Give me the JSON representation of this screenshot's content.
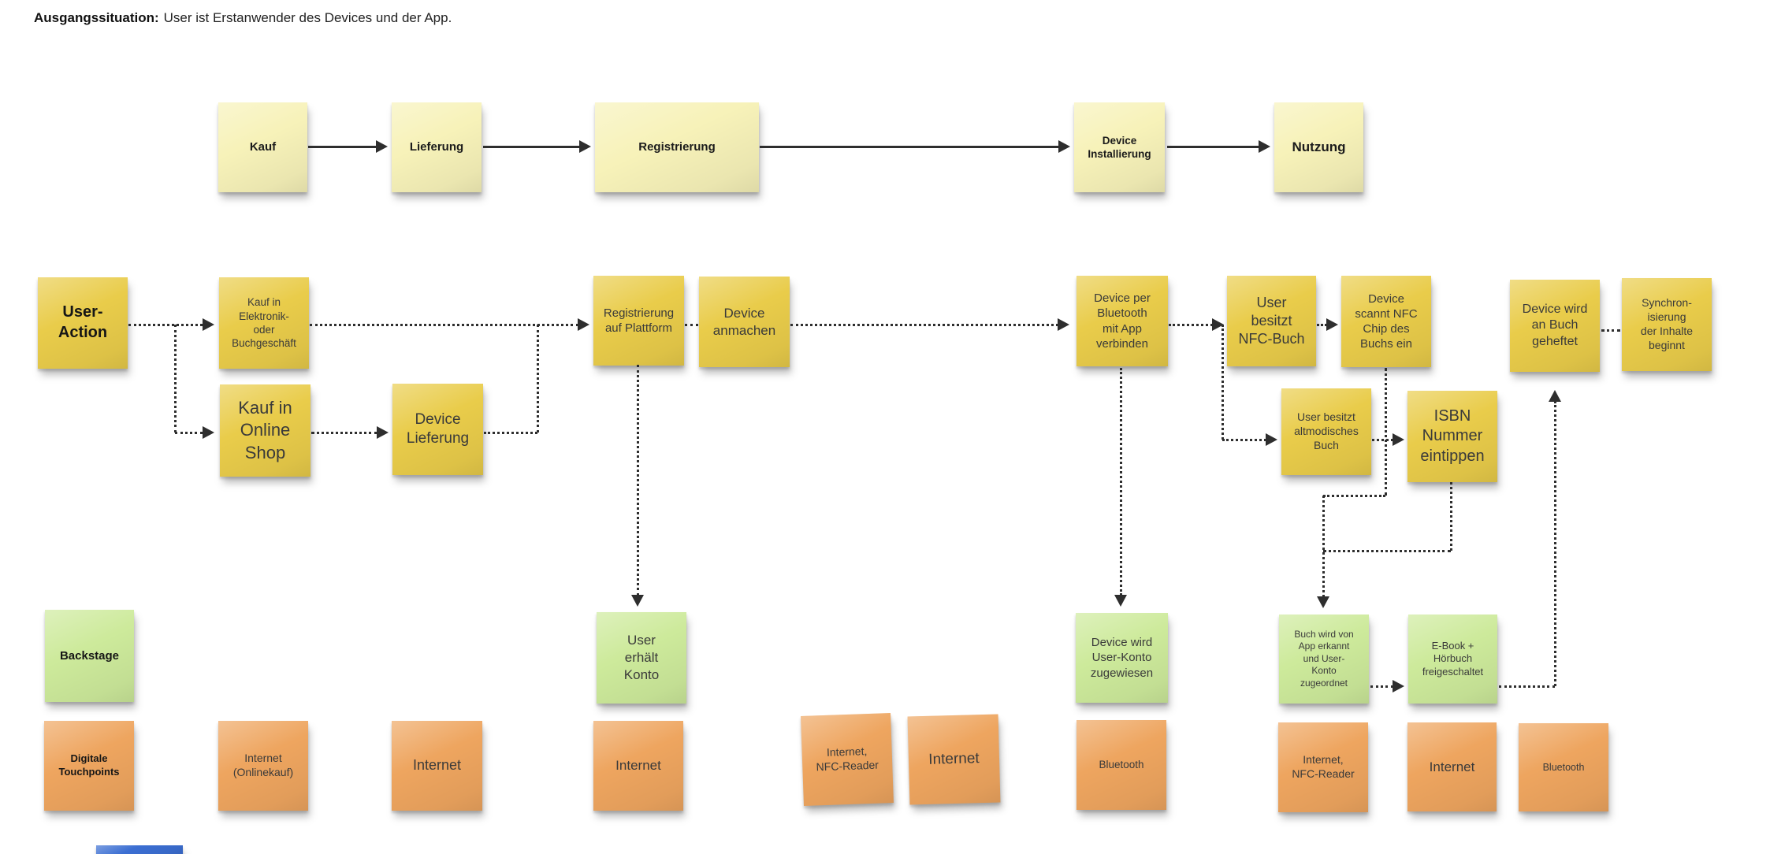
{
  "title": {
    "bold": "Ausgangssituation:",
    "text": "User ist Erstanwender des Devices und der App."
  },
  "colors": {
    "phase": "#f7f2b9",
    "action": "#e9cc4a",
    "backstage": "#cdea9b",
    "touchpoint": "#eea55f",
    "blue": "#3b6ed2",
    "connector": "#2e2e2e"
  },
  "stickies": [
    {
      "id": "phase-kauf",
      "label": "Kauf",
      "group": "phase"
    },
    {
      "id": "phase-lieferung",
      "label": "Lieferung",
      "group": "phase"
    },
    {
      "id": "phase-registrierung",
      "label": "Registrierung",
      "group": "phase"
    },
    {
      "id": "phase-device-installierung",
      "label": "Device\nInstallierung",
      "group": "phase"
    },
    {
      "id": "phase-nutzung",
      "label": "Nutzung",
      "group": "phase"
    },
    {
      "id": "label-user-action",
      "label": "User-\nAction",
      "group": "action"
    },
    {
      "id": "kauf-elektronik",
      "label": "Kauf in\nElektronik-\noder\nBuchgeschäft",
      "group": "action"
    },
    {
      "id": "kauf-online-shop",
      "label": "Kauf in\nOnline\nShop",
      "group": "action"
    },
    {
      "id": "device-lieferung",
      "label": "Device\nLieferung",
      "group": "action"
    },
    {
      "id": "registrierung-plattform",
      "label": "Registrierung\nauf Plattform",
      "group": "action"
    },
    {
      "id": "device-anmachen",
      "label": "Device\nanmachen",
      "group": "action"
    },
    {
      "id": "device-bluetooth",
      "label": "Device per\nBluetooth\nmit App\nverbinden",
      "group": "action"
    },
    {
      "id": "user-nfc-buch",
      "label": "User\nbesitzt\nNFC-Buch",
      "group": "action"
    },
    {
      "id": "device-scannt-nfc",
      "label": "Device\nscannt NFC\nChip des\nBuchs ein",
      "group": "action"
    },
    {
      "id": "user-altmodisches-buch",
      "label": "User besitzt\naltmodisches\nBuch",
      "group": "action"
    },
    {
      "id": "isbn-eintippen",
      "label": "ISBN\nNummer\neintippen",
      "group": "action"
    },
    {
      "id": "device-an-buch",
      "label": "Device wird\nan Buch\ngeheftet",
      "group": "action"
    },
    {
      "id": "synchronisierung",
      "label": "Synchron-\nisierung\nder Inhalte\nbeginnt",
      "group": "action"
    },
    {
      "id": "label-backstage",
      "label": "Backstage",
      "group": "backstage"
    },
    {
      "id": "user-erhaelt-konto",
      "label": "User\nerhält\nKonto",
      "group": "backstage"
    },
    {
      "id": "device-userkonto",
      "label": "Device wird\nUser-Konto\nzugewiesen",
      "group": "backstage"
    },
    {
      "id": "buch-erkannt",
      "label": "Buch wird von\nApp erkannt\nund User-\nKonto\nzugeordnet",
      "group": "backstage"
    },
    {
      "id": "ebook-hoerbuch",
      "label": "E-Book +\nHörbuch\nfreigeschaltet",
      "group": "backstage"
    },
    {
      "id": "label-touchpoints",
      "label": "Digitale\nTouchpoints",
      "group": "touchpoint"
    },
    {
      "id": "tp-internet-onlinekauf",
      "label": "Internet\n(Onlinekauf)",
      "group": "touchpoint"
    },
    {
      "id": "tp-internet-1",
      "label": "Internet",
      "group": "touchpoint"
    },
    {
      "id": "tp-internet-2",
      "label": "Internet",
      "group": "touchpoint"
    },
    {
      "id": "tp-internet-nfc-1",
      "label": "Internet,\nNFC-Reader",
      "group": "touchpoint"
    },
    {
      "id": "tp-internet-3",
      "label": "Internet",
      "group": "touchpoint"
    },
    {
      "id": "tp-bluetooth-1",
      "label": "Bluetooth",
      "group": "touchpoint"
    },
    {
      "id": "tp-internet-nfc-2",
      "label": "Internet,\nNFC-Reader",
      "group": "touchpoint"
    },
    {
      "id": "tp-internet-4",
      "label": "Internet",
      "group": "touchpoint"
    },
    {
      "id": "tp-bluetooth-2",
      "label": "Bluetooth",
      "group": "touchpoint"
    },
    {
      "id": "partial-blue-sticky",
      "label": "",
      "group": "blue"
    }
  ]
}
